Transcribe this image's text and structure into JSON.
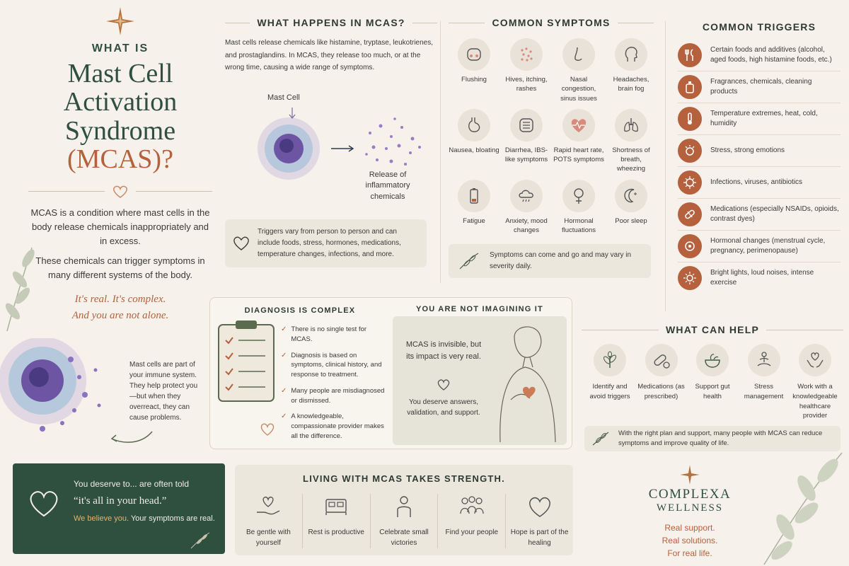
{
  "intro": {
    "title_top": "WHAT IS",
    "title_main": "Mast Cell Activation Syndrome",
    "title_acronym": "(MCAS)?",
    "para1": "MCAS is a condition where mast cells in the body release chemicals inappropriately and in excess.",
    "para2": "These chemicals can trigger symptoms in many different systems of the body.",
    "script_line1": "It's real. It's complex.",
    "script_line2": "And you are not alone.",
    "mast_note": "Mast cells are part of your immune system. They help protect you—but when they overreact, they can cause problems."
  },
  "what_happens": {
    "header": "WHAT HAPPENS IN MCAS?",
    "body": "Mast cells release chemicals like histamine, tryptase, leukotrienes, and prostaglandins. In MCAS, they release too much, or at the wrong time, causing a wide range of symptoms.",
    "mast_label": "Mast Cell",
    "release_label": "Release of inflammatory chemicals",
    "note": "Triggers vary from person to person and can include foods, stress, hormones, medications, temperature changes, infections, and more."
  },
  "symptoms": {
    "header": "COMMON SYMPTOMS",
    "items": [
      {
        "label": "Flushing",
        "icon": "face-flush-icon"
      },
      {
        "label": "Hives, itching, rashes",
        "icon": "skin-dots-icon"
      },
      {
        "label": "Nasal congestion, sinus issues",
        "icon": "nose-icon"
      },
      {
        "label": "Headaches, brain fog",
        "icon": "head-icon"
      },
      {
        "label": "Nausea, bloating",
        "icon": "stomach-icon"
      },
      {
        "label": "Diarrhea, IBS-like symptoms",
        "icon": "intestine-icon"
      },
      {
        "label": "Rapid heart rate, POTS symptoms",
        "icon": "heart-pulse-icon"
      },
      {
        "label": "Shortness of breath, wheezing",
        "icon": "lungs-icon"
      },
      {
        "label": "Fatigue",
        "icon": "battery-icon"
      },
      {
        "label": "Anxiety, mood changes",
        "icon": "cloud-rain-icon"
      },
      {
        "label": "Hormonal fluctuations",
        "icon": "female-symbol-icon"
      },
      {
        "label": "Poor sleep",
        "icon": "moon-icon"
      }
    ],
    "note": "Symptoms can come and go and may vary in severity daily."
  },
  "triggers": {
    "header": "COMMON TRIGGERS",
    "items": [
      {
        "label": "Certain foods and additives (alcohol, aged foods, high histamine foods, etc.)",
        "icon": "fork-knife-icon"
      },
      {
        "label": "Fragrances, chemicals, cleaning products",
        "icon": "bottle-icon"
      },
      {
        "label": "Temperature extremes, heat, cold, humidity",
        "icon": "thermometer-icon"
      },
      {
        "label": "Stress, strong emotions",
        "icon": "stress-head-icon"
      },
      {
        "label": "Infections, viruses, antibiotics",
        "icon": "virus-icon"
      },
      {
        "label": "Medications (especially NSAIDs, opioids, contrast dyes)",
        "icon": "pill-icon"
      },
      {
        "label": "Hormonal changes (menstrual cycle, pregnancy, perimenopause)",
        "icon": "hormone-icon"
      },
      {
        "label": "Bright lights, loud noises, intense exercise",
        "icon": "sun-icon"
      }
    ]
  },
  "diagnosis": {
    "header": "DIAGNOSIS IS COMPLEX",
    "items": [
      "There is no single test for MCAS.",
      "Diagnosis is based on symptoms, clinical history, and response to treatment.",
      "Many people are misdiagnosed or dismissed.",
      "A knowledgeable, compassionate provider makes all the difference."
    ]
  },
  "not_imagining": {
    "header": "YOU ARE NOT IMAGINING IT",
    "line1": "MCAS is invisible, but its impact is very real.",
    "line2": "You deserve answers, validation, and support."
  },
  "help": {
    "header": "WHAT CAN HELP",
    "items": [
      {
        "label": "Identify and avoid triggers",
        "icon": "plant-icon"
      },
      {
        "label": "Medications (as prescribed)",
        "icon": "capsule-icon"
      },
      {
        "label": "Support gut health",
        "icon": "bowl-icon"
      },
      {
        "label": "Stress management",
        "icon": "meditation-icon"
      },
      {
        "label": "Work with a knowledgeable healthcare provider",
        "icon": "hands-heart-icon"
      }
    ],
    "note": "With the right plan and support, many people with MCAS can reduce symptoms and improve quality of life."
  },
  "believe": {
    "line1": "You deserve to... are often told",
    "line2": "“it's all in your head.”",
    "emph": "We believe you.",
    "rest": "Your symptoms are real."
  },
  "living": {
    "header": "LIVING WITH MCAS TAKES STRENGTH.",
    "items": [
      {
        "label": "Be gentle with yourself",
        "icon": "hand-heart-icon"
      },
      {
        "label": "Rest is productive",
        "icon": "bed-icon"
      },
      {
        "label": "Celebrate small victories",
        "icon": "person-icon"
      },
      {
        "label": "Find your people",
        "icon": "group-icon"
      },
      {
        "label": "Hope is part of the healing",
        "icon": "heart-outline-icon"
      }
    ]
  },
  "brand": {
    "name1": "COMPLEXA",
    "name2": "WELLNESS",
    "tag1": "Real support.",
    "tag2": "Real solutions.",
    "tag3": "For real life."
  },
  "colors": {
    "background": "#f6f1ea",
    "forest_green": "#2f4f3f",
    "rust": "#b5613e",
    "card": "#ece7dd"
  }
}
